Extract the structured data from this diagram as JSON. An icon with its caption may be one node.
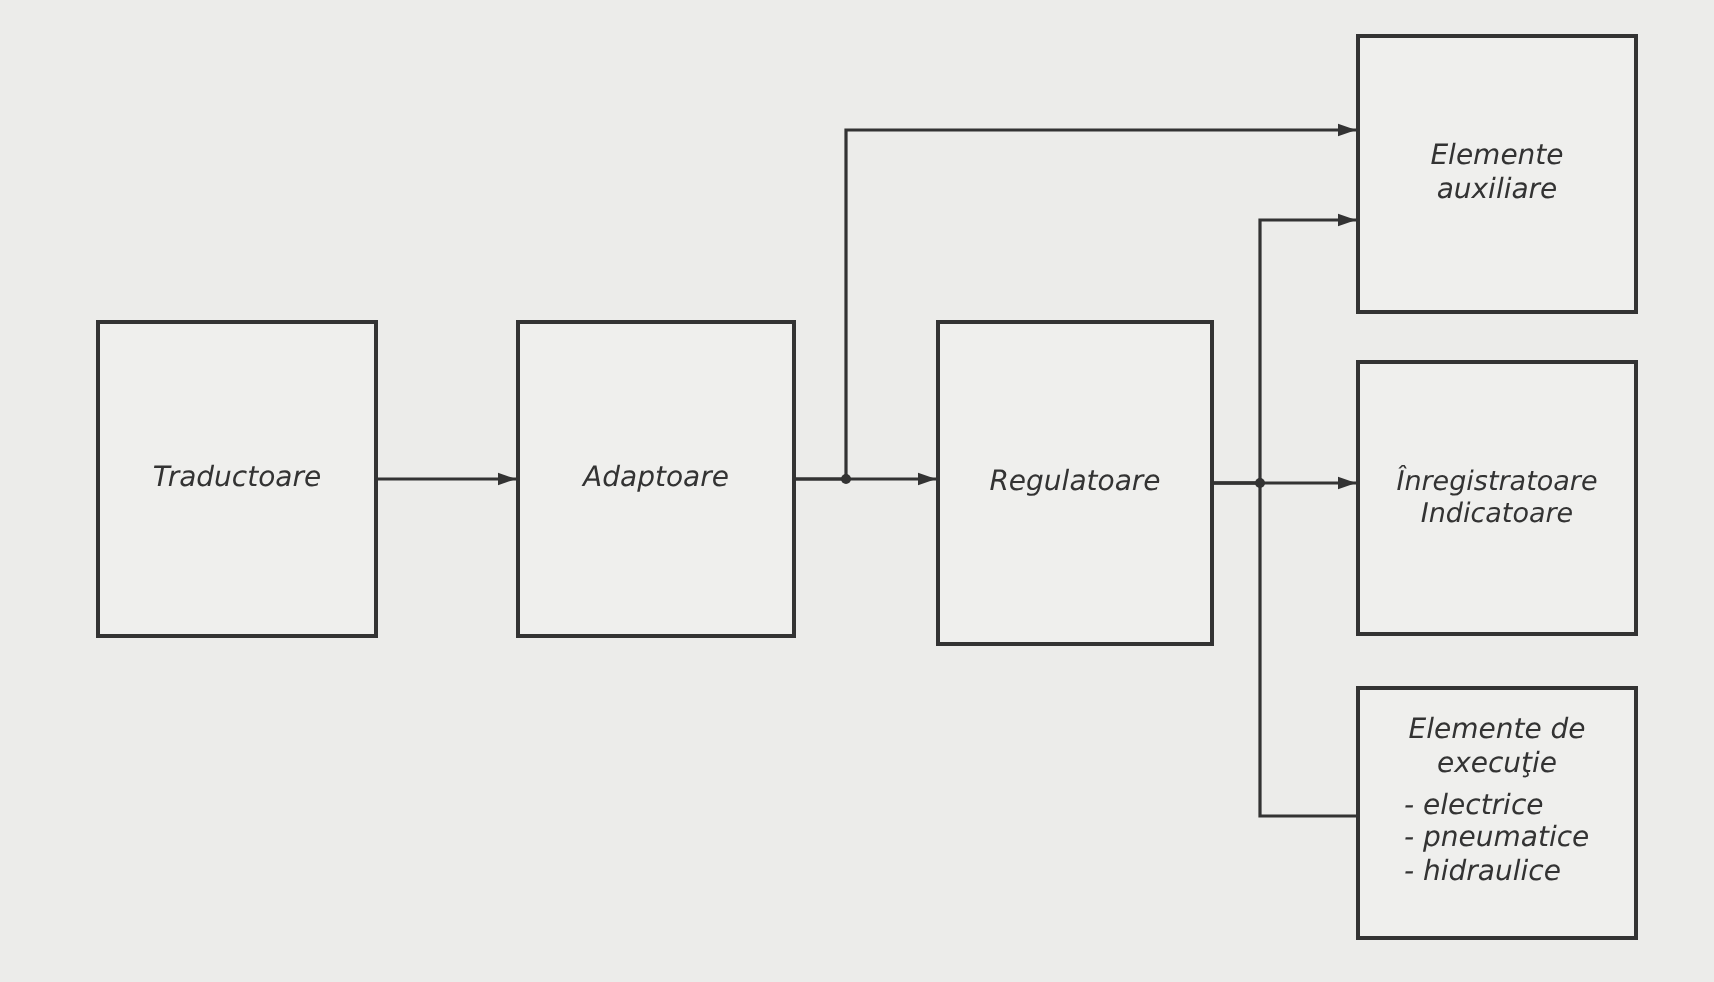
{
  "diagram": {
    "nodes": [
      {
        "text": [
          "Traductoare"
        ]
      },
      {
        "text": [
          "Adaptoare"
        ]
      },
      {
        "text": [
          "Regulatoare"
        ]
      },
      {
        "text": [
          "Elemente auxiliare"
        ]
      },
      {
        "text": [
          "Înregistratoare Indicatoare"
        ]
      },
      {
        "text": [
          "Elemente de execuţie",
          "- electrice",
          "- pneumatice",
          "- hidraulice"
        ]
      }
    ],
    "edges": [
      {
        "from": 0,
        "to": 1,
        "arrow": "to"
      },
      {
        "from": 1,
        "to": 2,
        "arrow": "to"
      },
      {
        "from": 1,
        "to": 3,
        "arrow": "to"
      },
      {
        "from": 2,
        "to": 3,
        "arrow": "to"
      },
      {
        "from": 2,
        "to": 4,
        "arrow": "to"
      },
      {
        "from": 2,
        "to": 5,
        "arrow": "none"
      }
    ]
  }
}
